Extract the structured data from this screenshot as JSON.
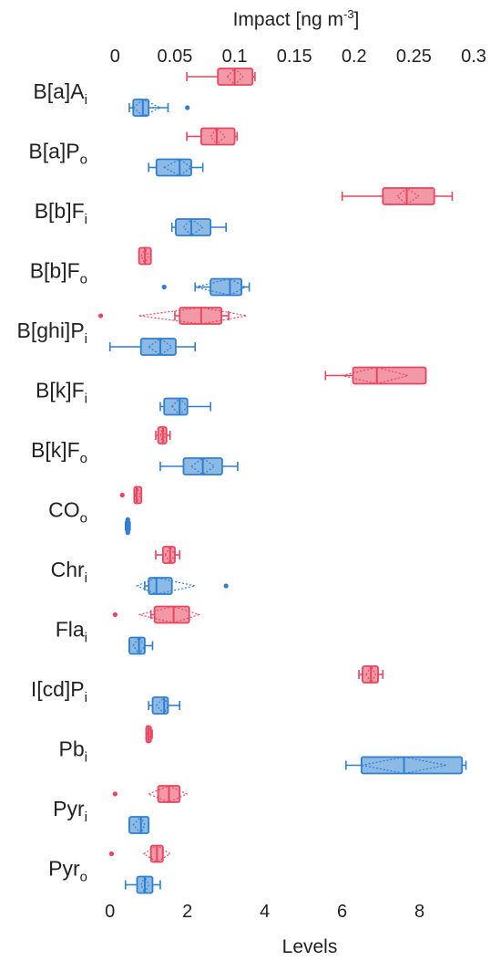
{
  "chart_data": {
    "type": "boxplot",
    "top_axis": {
      "title": "Impact [ng m",
      "title_sup": "-3",
      "title_end": "]",
      "ticks": [
        "0",
        "0.05",
        "0.1",
        "0.15",
        "0.2",
        "0.25",
        "0.3"
      ],
      "tick_values": [
        0,
        0.05,
        0.1,
        0.15,
        0.2,
        0.25,
        0.3
      ],
      "range": [
        -0.014,
        0.3
      ]
    },
    "bottom_axis": {
      "title": "Levels",
      "ticks": [
        "0",
        "2",
        "4",
        "6",
        "8"
      ],
      "tick_values": [
        0,
        2,
        4,
        6,
        8
      ],
      "range": [
        -0.3,
        9.4
      ]
    },
    "colors": {
      "impact": "#e8455e",
      "levels": "#2f7fd0"
    },
    "categories": [
      {
        "name": "B[a]A",
        "sub": "i",
        "impact": {
          "whislo": 0.06,
          "q1": 0.086,
          "med": 0.1,
          "q3": 0.115,
          "whishi": 0.117,
          "notch": [
            0.094,
            0.107
          ],
          "fliers": []
        },
        "levels": {
          "whislo": 0.5,
          "q1": 0.6,
          "med": 0.85,
          "q3": 1.0,
          "whishi": 1.5,
          "notch": [
            0.6,
            1.3
          ],
          "fliers": [
            2.0
          ]
        }
      },
      {
        "name": "B[a]P",
        "sub": "o",
        "impact": {
          "whislo": 0.06,
          "q1": 0.072,
          "med": 0.085,
          "q3": 0.1,
          "whishi": 0.102,
          "notch": [
            0.08,
            0.092
          ],
          "fliers": []
        },
        "levels": {
          "whislo": 1.0,
          "q1": 1.2,
          "med": 1.8,
          "q3": 2.1,
          "whishi": 2.4,
          "notch": [
            1.4,
            2.1
          ],
          "fliers": []
        }
      },
      {
        "name": "B[b]F",
        "sub": "i",
        "impact": {
          "whislo": 0.19,
          "q1": 0.224,
          "med": 0.244,
          "q3": 0.267,
          "whishi": 0.282,
          "notch": [
            0.236,
            0.254
          ],
          "fliers": []
        },
        "levels": {
          "whislo": 1.6,
          "q1": 1.7,
          "med": 2.1,
          "q3": 2.6,
          "whishi": 3.0,
          "notch": [
            1.9,
            2.4
          ],
          "fliers": []
        }
      },
      {
        "name": "B[b]F",
        "sub": "o",
        "impact": {
          "whislo": 0.02,
          "q1": 0.02,
          "med": 0.025,
          "q3": 0.03,
          "whishi": 0.03,
          "notch": [
            0.022,
            0.028
          ],
          "fliers": []
        },
        "levels": {
          "whislo": 2.2,
          "q1": 2.6,
          "med": 3.1,
          "q3": 3.4,
          "whishi": 3.6,
          "notch": [
            2.2,
            3.5
          ],
          "fliers": [
            1.4
          ]
        }
      },
      {
        "name": "B[ghi]P",
        "sub": "i",
        "impact": {
          "whislo": 0.05,
          "q1": 0.054,
          "med": 0.072,
          "q3": 0.089,
          "whishi": 0.095,
          "notch": [
            0.02,
            0.11
          ],
          "fliers": [
            -0.012
          ]
        },
        "levels": {
          "whislo": 0.0,
          "q1": 0.8,
          "med": 1.3,
          "q3": 1.7,
          "whishi": 2.2,
          "notch": [
            1.0,
            1.6
          ],
          "fliers": []
        }
      },
      {
        "name": "B[k]F",
        "sub": "i",
        "impact": {
          "whislo": 0.176,
          "q1": 0.199,
          "med": 0.219,
          "q3": 0.26,
          "whishi": 0.26,
          "notch": [
            0.19,
            0.245
          ],
          "fliers": []
        },
        "levels": {
          "whislo": 1.3,
          "q1": 1.4,
          "med": 1.8,
          "q3": 2.0,
          "whishi": 2.6,
          "notch": [
            1.6,
            2.0
          ],
          "fliers": []
        }
      },
      {
        "name": "B[k]F",
        "sub": "o",
        "impact": {
          "whislo": 0.034,
          "q1": 0.036,
          "med": 0.04,
          "q3": 0.043,
          "whishi": 0.046,
          "notch": [
            0.038,
            0.042
          ],
          "fliers": []
        },
        "levels": {
          "whislo": 1.3,
          "q1": 1.9,
          "med": 2.4,
          "q3": 2.9,
          "whishi": 3.3,
          "notch": [
            2.1,
            2.7
          ],
          "fliers": []
        }
      },
      {
        "name": "CO",
        "sub": "o",
        "impact": {
          "whislo": 0.016,
          "q1": 0.016,
          "med": 0.018,
          "q3": 0.022,
          "whishi": 0.022,
          "notch": [
            0.017,
            0.021
          ],
          "fliers": [
            0.006
          ]
        },
        "levels": {
          "whislo": 0.4,
          "q1": 0.42,
          "med": 0.45,
          "q3": 0.5,
          "whishi": 0.52,
          "notch": [
            0.43,
            0.48
          ],
          "fliers": []
        }
      },
      {
        "name": "Chr",
        "sub": "i",
        "impact": {
          "whislo": 0.034,
          "q1": 0.04,
          "med": 0.046,
          "q3": 0.05,
          "whishi": 0.054,
          "notch": [
            0.042,
            0.05
          ],
          "fliers": []
        },
        "levels": {
          "whislo": 0.9,
          "q1": 1.0,
          "med": 1.2,
          "q3": 1.6,
          "whishi": 1.6,
          "notch": [
            0.7,
            2.2
          ],
          "fliers": [
            3.0
          ]
        }
      },
      {
        "name": "Fla",
        "sub": "i",
        "impact": {
          "whislo": 0.03,
          "q1": 0.033,
          "med": 0.049,
          "q3": 0.062,
          "whishi": 0.062,
          "notch": [
            0.02,
            0.07
          ],
          "fliers": [
            0.0
          ]
        },
        "levels": {
          "whislo": 0.5,
          "q1": 0.5,
          "med": 0.75,
          "q3": 0.9,
          "whishi": 1.1,
          "notch": [
            0.6,
            0.9
          ],
          "fliers": []
        }
      },
      {
        "name": "I[cd]P",
        "sub": "i",
        "impact": {
          "whislo": 0.204,
          "q1": 0.207,
          "med": 0.214,
          "q3": 0.22,
          "whishi": 0.224,
          "notch": [
            0.21,
            0.218
          ],
          "fliers": []
        },
        "levels": {
          "whislo": 1.0,
          "q1": 1.1,
          "med": 1.4,
          "q3": 1.5,
          "whishi": 1.8,
          "notch": [
            1.2,
            1.5
          ],
          "fliers": []
        }
      },
      {
        "name": "Pb",
        "sub": "i",
        "impact": {
          "whislo": 0.026,
          "q1": 0.026,
          "med": 0.028,
          "q3": 0.03,
          "whishi": 0.031,
          "notch": [
            0.027,
            0.03
          ],
          "fliers": []
        },
        "levels": {
          "whislo": 6.1,
          "q1": 6.5,
          "med": 7.6,
          "q3": 9.1,
          "whishi": 9.2,
          "notch": [
            6.5,
            8.7
          ],
          "fliers": []
        }
      },
      {
        "name": "Pyr",
        "sub": "i",
        "impact": {
          "whislo": 0.036,
          "q1": 0.036,
          "med": 0.045,
          "q3": 0.054,
          "whishi": 0.054,
          "notch": [
            0.028,
            0.06
          ],
          "fliers": [
            0.0
          ]
        },
        "levels": {
          "whislo": 0.5,
          "q1": 0.5,
          "med": 0.8,
          "q3": 1.0,
          "whishi": 1.0,
          "notch": [
            0.6,
            0.9
          ],
          "fliers": []
        }
      },
      {
        "name": "Pyr",
        "sub": "o",
        "impact": {
          "whislo": 0.03,
          "q1": 0.03,
          "med": 0.035,
          "q3": 0.04,
          "whishi": 0.04,
          "notch": [
            0.024,
            0.046
          ],
          "fliers": [
            -0.003
          ]
        },
        "levels": {
          "whislo": 0.4,
          "q1": 0.7,
          "med": 0.9,
          "q3": 1.1,
          "whishi": 1.3,
          "notch": [
            0.8,
            1.0
          ],
          "fliers": []
        }
      }
    ]
  }
}
